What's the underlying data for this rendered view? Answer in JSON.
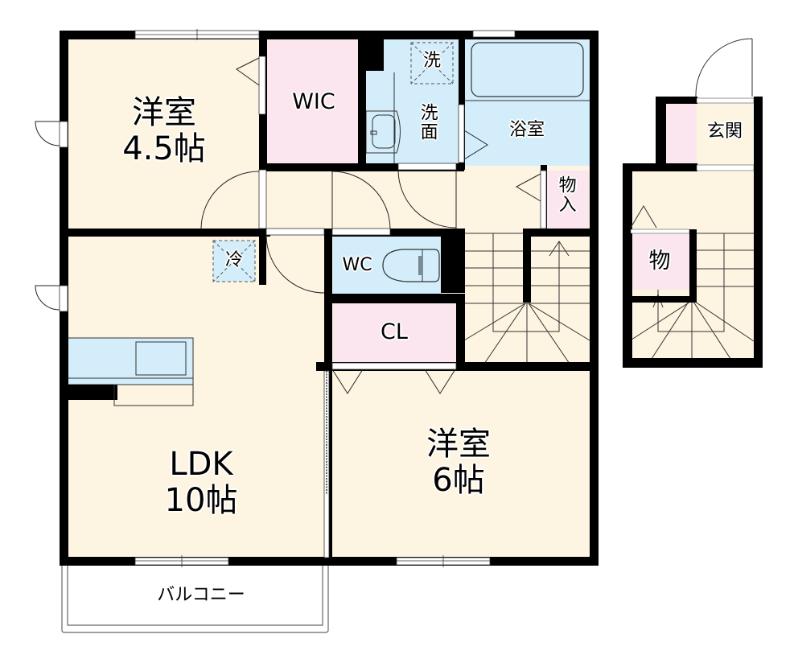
{
  "floor_plan": {
    "colors": {
      "floor": "#fdf5e2",
      "wet_area": "#d3eefa",
      "storage": "#fbe6ef",
      "wall": "#000000",
      "background": "#ffffff"
    },
    "rooms": {
      "western_room_1": {
        "name": "洋室",
        "size": "4.5帖"
      },
      "wic": {
        "name": "WIC"
      },
      "washroom": {
        "name": "洗面",
        "washer_mark": "洗"
      },
      "bathroom": {
        "name": "浴室"
      },
      "storage_1": {
        "name": "物入"
      },
      "entrance": {
        "name": "玄関"
      },
      "storage_2": {
        "name": "物"
      },
      "ldk": {
        "name": "LDK",
        "size": "10帖",
        "fridge_mark": "冷"
      },
      "wc": {
        "name": "WC"
      },
      "closet": {
        "name": "CL"
      },
      "western_room_2": {
        "name": "洋室",
        "size": "6帖"
      },
      "balcony": {
        "name": "バルコニー"
      }
    }
  }
}
